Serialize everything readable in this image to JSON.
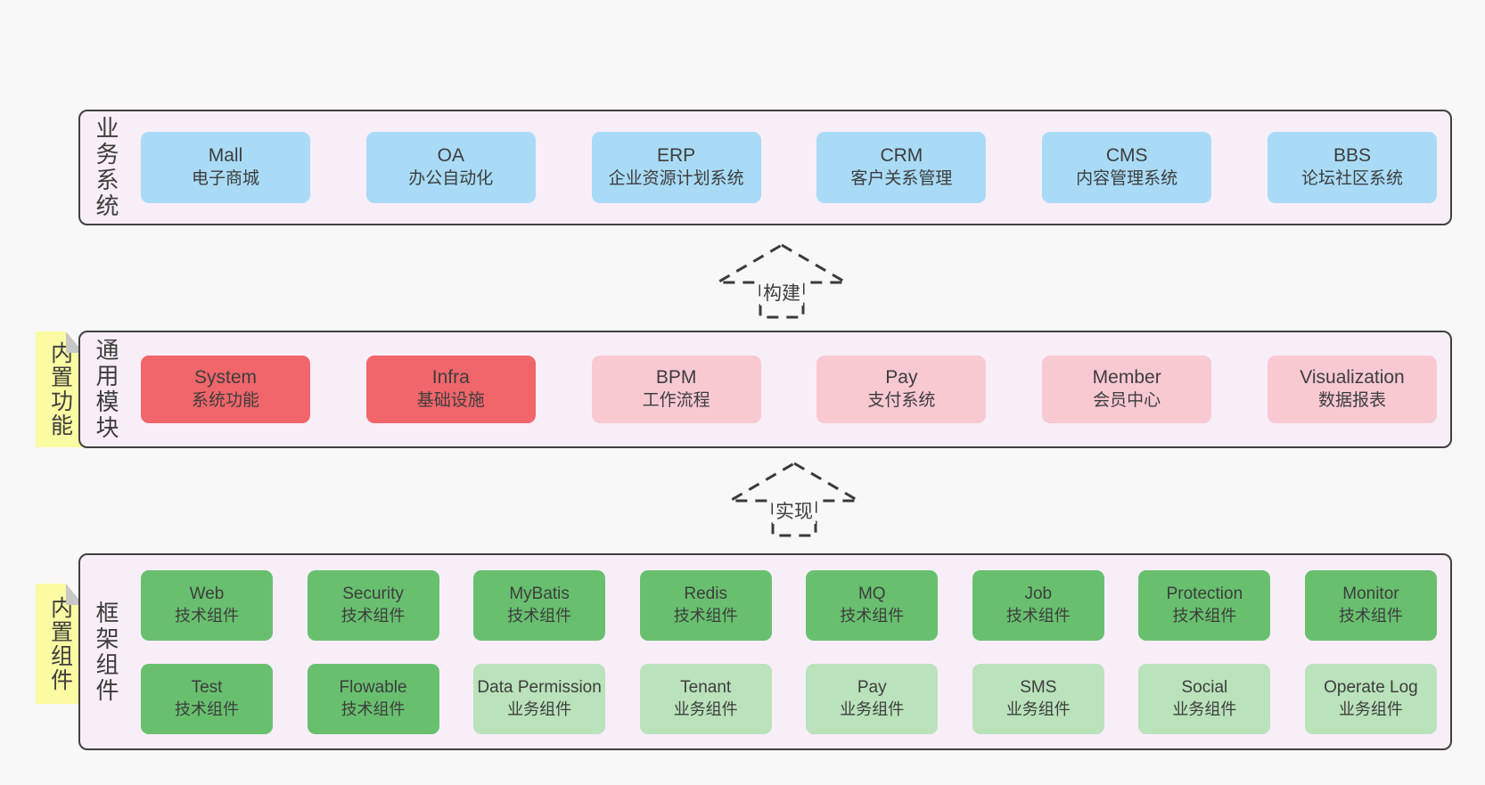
{
  "diagram": {
    "bands": [
      {
        "id": "business",
        "label": "业务系统",
        "sticky": null,
        "rows": [
          [
            {
              "name": "Mall",
              "subtitle": "电子商城",
              "variant": "blue"
            },
            {
              "name": "OA",
              "subtitle": "办公自动化",
              "variant": "blue"
            },
            {
              "name": "ERP",
              "subtitle": "企业资源计划系统",
              "variant": "blue"
            },
            {
              "name": "CRM",
              "subtitle": "客户关系管理",
              "variant": "blue"
            },
            {
              "name": "CMS",
              "subtitle": "内容管理系统",
              "variant": "blue"
            },
            {
              "name": "BBS",
              "subtitle": "论坛社区系统",
              "variant": "blue"
            }
          ]
        ]
      },
      {
        "id": "modules",
        "label": "通用模块",
        "sticky": "内置功能",
        "rows": [
          [
            {
              "name": "System",
              "subtitle": "系统功能",
              "variant": "red"
            },
            {
              "name": "Infra",
              "subtitle": "基础设施",
              "variant": "red"
            },
            {
              "name": "BPM",
              "subtitle": "工作流程",
              "variant": "pink"
            },
            {
              "name": "Pay",
              "subtitle": "支付系统",
              "variant": "pink"
            },
            {
              "name": "Member",
              "subtitle": "会员中心",
              "variant": "pink"
            },
            {
              "name": "Visualization",
              "subtitle": "数据报表",
              "variant": "pink"
            }
          ]
        ]
      },
      {
        "id": "components",
        "label": "框架组件",
        "sticky": "内置组件",
        "rows": [
          [
            {
              "name": "Web",
              "subtitle": "技术组件",
              "variant": "green"
            },
            {
              "name": "Security",
              "subtitle": "技术组件",
              "variant": "green"
            },
            {
              "name": "MyBatis",
              "subtitle": "技术组件",
              "variant": "green"
            },
            {
              "name": "Redis",
              "subtitle": "技术组件",
              "variant": "green"
            },
            {
              "name": "MQ",
              "subtitle": "技术组件",
              "variant": "green"
            },
            {
              "name": "Job",
              "subtitle": "技术组件",
              "variant": "green"
            },
            {
              "name": "Protection",
              "subtitle": "技术组件",
              "variant": "green"
            },
            {
              "name": "Monitor",
              "subtitle": "技术组件",
              "variant": "green"
            }
          ],
          [
            {
              "name": "Test",
              "subtitle": "技术组件",
              "variant": "green"
            },
            {
              "name": "Flowable",
              "subtitle": "技术组件",
              "variant": "green"
            },
            {
              "name": "Data Permission",
              "subtitle": "业务组件",
              "variant": "lightGreen"
            },
            {
              "name": "Tenant",
              "subtitle": "业务组件",
              "variant": "lightGreen"
            },
            {
              "name": "Pay",
              "subtitle": "业务组件",
              "variant": "lightGreen"
            },
            {
              "name": "SMS",
              "subtitle": "业务组件",
              "variant": "lightGreen"
            },
            {
              "name": "Social",
              "subtitle": "业务组件",
              "variant": "lightGreen"
            },
            {
              "name": "Operate Log",
              "subtitle": "业务组件",
              "variant": "lightGreen"
            }
          ]
        ]
      }
    ],
    "arrows": [
      {
        "id": "build",
        "label": "构建"
      },
      {
        "id": "implement",
        "label": "实现"
      }
    ],
    "colors": {
      "pageBg": "#F8F8F8",
      "bandBg": "#F8EEF8",
      "bandBorder": "#404040",
      "blue": "#A9DBF6",
      "red": "#F1666B",
      "pink": "#F9C9D2",
      "green": "#68C06F",
      "lightGreen": "#BAE2BB",
      "stickyBg": "#FBFBA3",
      "stickyFold": "#C7C7C7",
      "text": "#3D3D3D",
      "arrow": "#3A3A3A"
    }
  }
}
